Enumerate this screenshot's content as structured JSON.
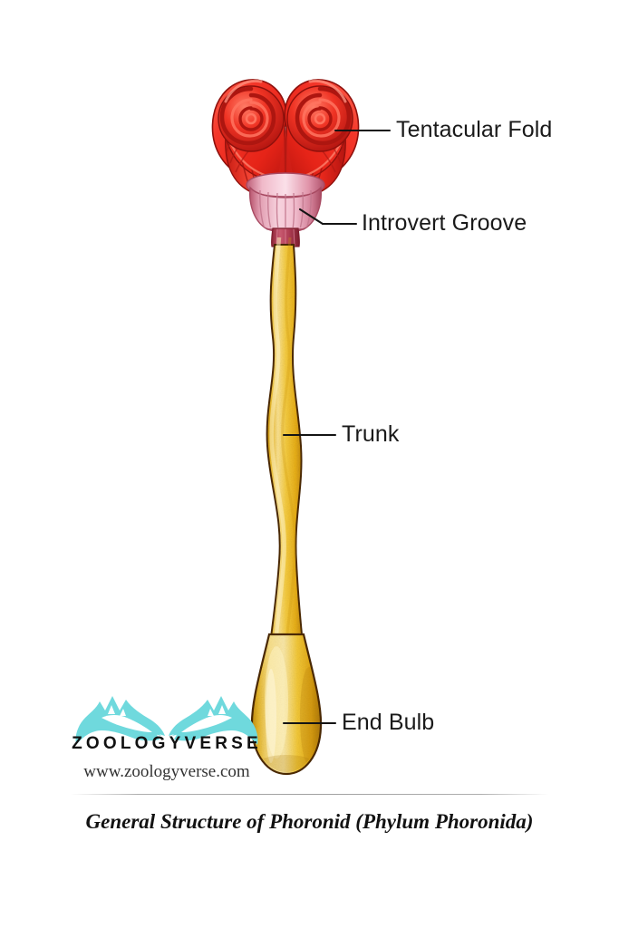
{
  "figure": {
    "title_caption": "General Structure of Phoronid (Phylum Phoronida)",
    "background_color": "#ffffff",
    "organism": "Phoronid worm",
    "labels": [
      {
        "id": "tentacular-fold",
        "text": "Tentacular Fold"
      },
      {
        "id": "introvert-groove",
        "text": "Introvert Groove"
      },
      {
        "id": "trunk",
        "text": "Trunk"
      },
      {
        "id": "end-bulb",
        "text": "End Bulb"
      }
    ],
    "colors": {
      "lophophore_red": "#ee2b1f",
      "lophophore_red_dark": "#b01410",
      "lophophore_red_light": "#ff6a57",
      "introvert_pink": "#e9a7b8",
      "introvert_pink_dark": "#c35a74",
      "introvert_pink_light": "#f6cedb",
      "trunk_gold": "#f0c020",
      "trunk_gold_light": "#fbe49a",
      "trunk_gold_dark": "#c08a10",
      "outline_brown": "#5a3208",
      "label_text": "#1a1a1a",
      "leader_line": "#141414",
      "divider": "#b4b4b4"
    }
  },
  "watermark": {
    "brand_name": "ZOOLOGYVERSE",
    "url": "www.zoologyverse.com",
    "logo_icon": "wolf-pair-icon",
    "logo_color": "#6fd9dd"
  }
}
